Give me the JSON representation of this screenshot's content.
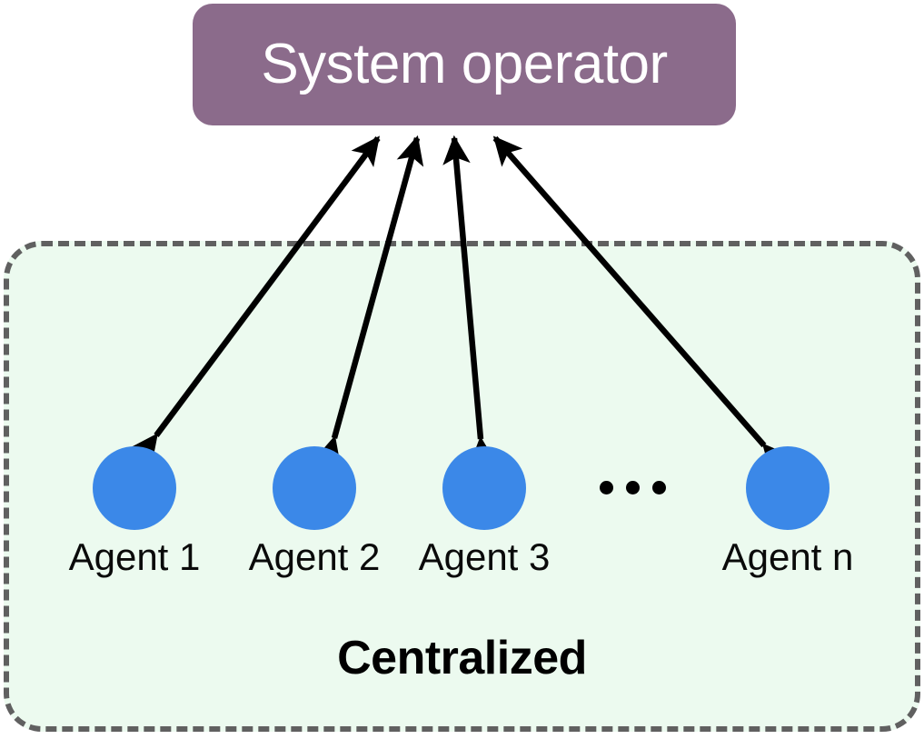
{
  "diagram": {
    "title": "Centralized",
    "operator": {
      "label": "System operator",
      "fill_color": "#8b6b8b",
      "text_color": "#ffffff"
    },
    "group": {
      "caption": "Centralized",
      "fill_color": "#ecfaef",
      "border_color": "#606060",
      "border_style": "dashed"
    },
    "agents": [
      {
        "label": "Agent 1",
        "node_color": "#3b88e8"
      },
      {
        "label": "Agent 2",
        "node_color": "#3b88e8"
      },
      {
        "label": "Agent 3",
        "node_color": "#3b88e8"
      },
      {
        "label": "Agent n",
        "node_color": "#3b88e8"
      }
    ],
    "ellipsis": "• • •",
    "connections": {
      "style": "double-headed",
      "line_color": "#000000",
      "description": "Each agent exchanges information bidirectionally with the system operator",
      "edges": [
        {
          "from": "Agent 1",
          "to": "System operator"
        },
        {
          "from": "Agent 2",
          "to": "System operator"
        },
        {
          "from": "Agent 3",
          "to": "System operator"
        },
        {
          "from": "Agent n",
          "to": "System operator"
        }
      ]
    }
  }
}
